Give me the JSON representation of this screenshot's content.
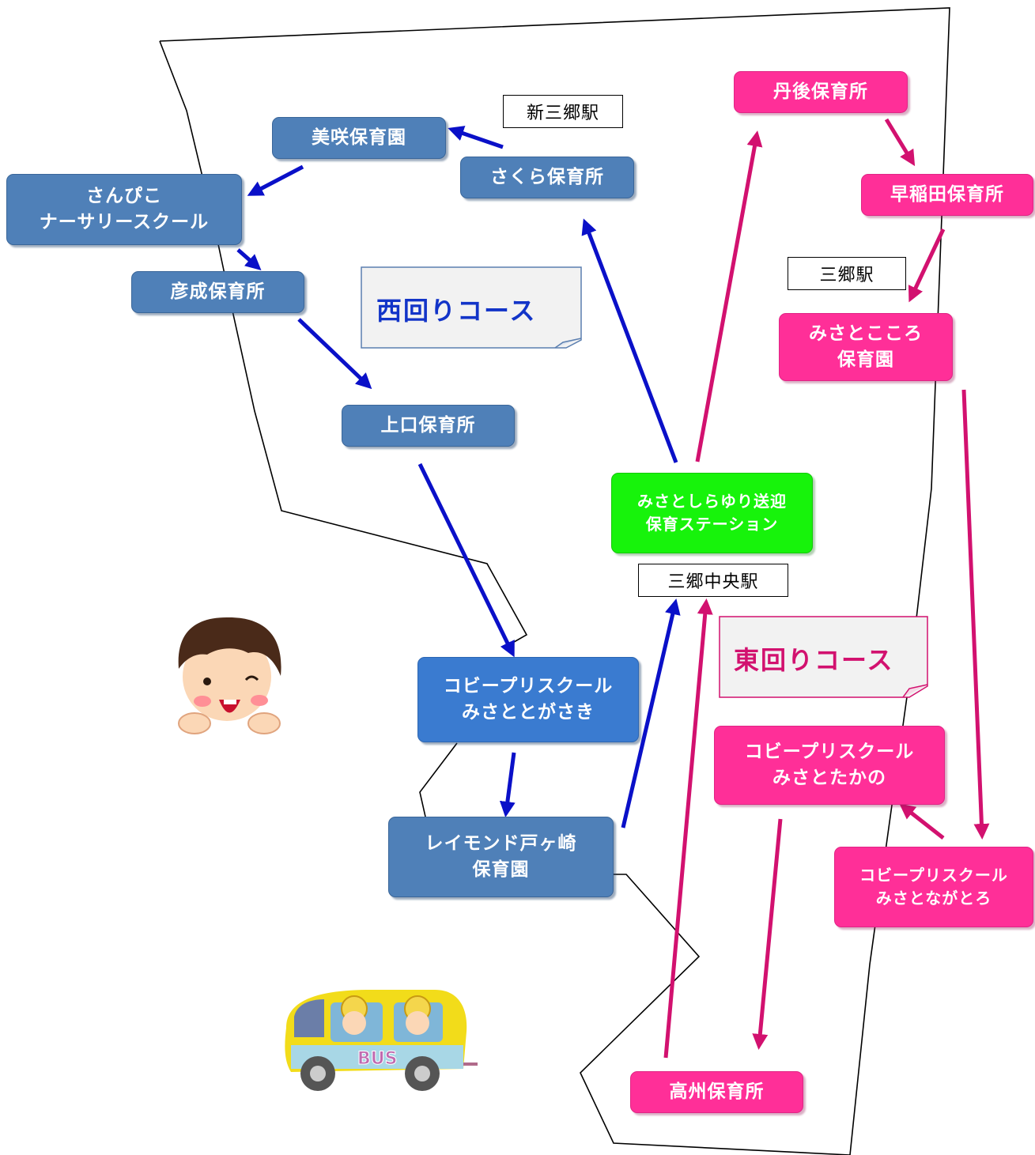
{
  "colors": {
    "west_node": "#4f80b8",
    "west_arrow": "#0a10c8",
    "east_node": "#ff2f98",
    "east_arrow": "#d2116f",
    "hub": "#17f30b",
    "boundary": "#000000"
  },
  "courses": {
    "west_label": "西回りコース",
    "east_label": "東回りコース"
  },
  "hub": {
    "line1": "みさとしらゆり送迎",
    "line2": "保育ステーション"
  },
  "stations": {
    "shin_misato": "新三郷駅",
    "misato": "三郷駅",
    "misato_chuo": "三郷中央駅"
  },
  "west": {
    "misaki": "美咲保育園",
    "sakura": "さくら保育所",
    "sanpiko_1": "さんぴこ",
    "sanpiko_2": "ナーサリースクール",
    "hikonari": "彦成保育所",
    "kamiguchi": "上口保育所",
    "tokagasaki_1": "コビープリスクール",
    "tokagasaki_2": "みさととがさき",
    "raymond_1": "レイモンド戸ヶ崎",
    "raymond_2": "保育園"
  },
  "east": {
    "tango": "丹後保育所",
    "waseda": "早稲田保育所",
    "kokoro_1": "みさとこころ",
    "kokoro_2": "保育園",
    "takano_1": "コビープリスクール",
    "takano_2": "みさとたかの",
    "nagatoro_1": "コビープリスクール",
    "nagatoro_2": "みさとながとろ",
    "koshu": "高州保育所"
  },
  "illustrations": {
    "boy": "boy-waving-illustration",
    "bus": "school-bus-illustration",
    "bus_text": "BUS"
  }
}
